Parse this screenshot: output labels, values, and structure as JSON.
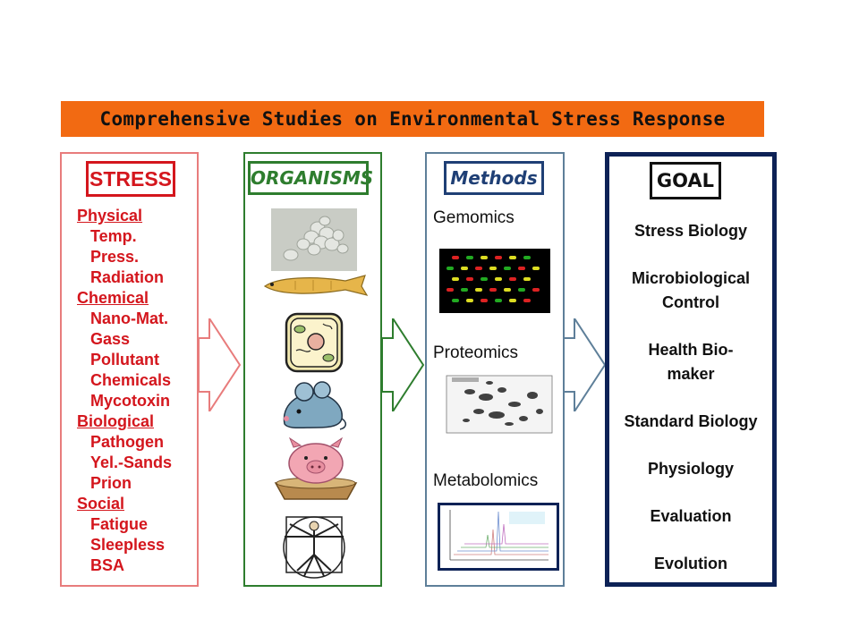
{
  "title": "Comprehensive Studies on Environmental Stress Response",
  "stress": {
    "header": "STRESS",
    "groups": [
      {
        "category": "Physical",
        "items": [
          "Temp.",
          "Press.",
          "Radiation"
        ]
      },
      {
        "category": "Chemical",
        "items": [
          "Nano-Mat.",
          "Gass",
          "Pollutant",
          "Chemicals",
          "Mycotoxin"
        ]
      },
      {
        "category": "Biological",
        "items": [
          "Pathogen",
          "Yel.-Sands",
          "Prion"
        ]
      },
      {
        "category": "Social",
        "items": [
          "Fatigue",
          "Sleepless",
          "BSA"
        ]
      }
    ]
  },
  "organisms": {
    "header": "ORGANISMS",
    "icons": [
      "yeast-cells-icon",
      "fish-icon",
      "plant-cell-icon",
      "mouse-icon",
      "pig-icon",
      "vitruvian-man-icon"
    ]
  },
  "methods": {
    "header": "Methods",
    "items": [
      {
        "label": "Gemomics",
        "icon": "microarray-icon"
      },
      {
        "label": "Proteomics",
        "icon": "2d-gel-icon"
      },
      {
        "label": "Metabolomics",
        "icon": "spectrum-icon"
      }
    ]
  },
  "goal": {
    "header": "GOAL",
    "items": [
      "Stress Biology",
      "Microbiological Control",
      "Health Bio-maker",
      "Standard Biology",
      "Physiology",
      "Evaluation",
      "Evolution"
    ]
  },
  "colors": {
    "banner": "#f26a12",
    "stress": "#d4161d",
    "organisms": "#2e7d2e",
    "methods": "#1f3f75",
    "goal": "#0d2256"
  }
}
